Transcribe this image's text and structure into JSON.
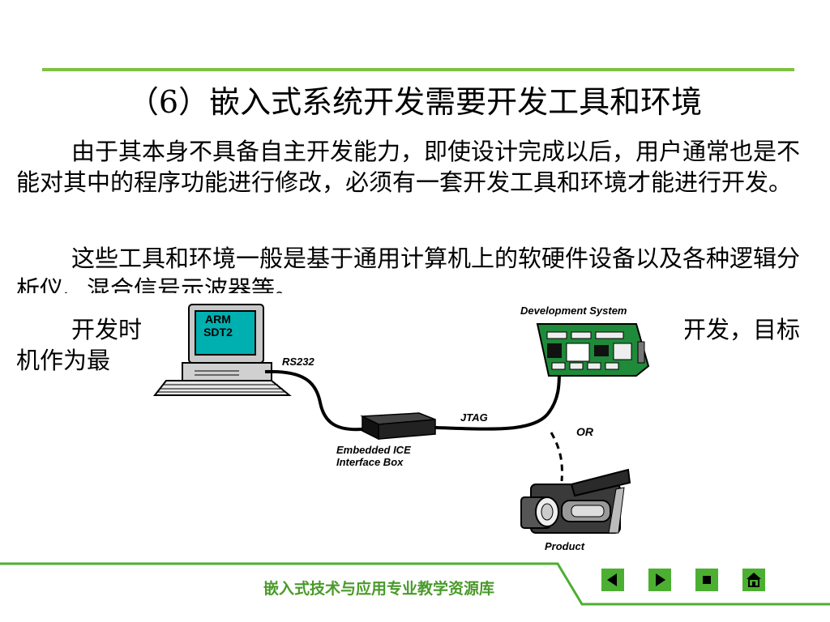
{
  "slide": {
    "title": "（6）嵌入式系统开发需要开发工具和环境",
    "paragraphs": [
      "由于其本身不具备自主开发能力，即使设计完成以后，用户通常也是不能对其中的程序功能进行修改，必须有一套开发工具和环境才能进行开发。",
      "这些工具和环境一般是基于通用计算机上的软硬件设备以及各种逻辑分析仪、混合信号示波器等。",
      "开发时　　　　　　　　　　　　　　　　　　　　　序的开发，目标机作为最"
    ]
  },
  "diagram": {
    "monitor_text_line1": "ARM",
    "monitor_text_line2": "SDT2",
    "label_rs232": "RS232",
    "label_development_system": "Development System",
    "label_jtag": "JTAG",
    "label_or": "OR",
    "label_ice_line1": "Embedded ICE",
    "label_ice_line2": "Interface Box",
    "label_product": "Product"
  },
  "footer": {
    "label": "嵌入式技术与应用专业教学资源库",
    "accent_color": "#4caf32",
    "buttons": [
      "previous-icon",
      "next-icon",
      "stop-icon",
      "home-icon"
    ]
  }
}
